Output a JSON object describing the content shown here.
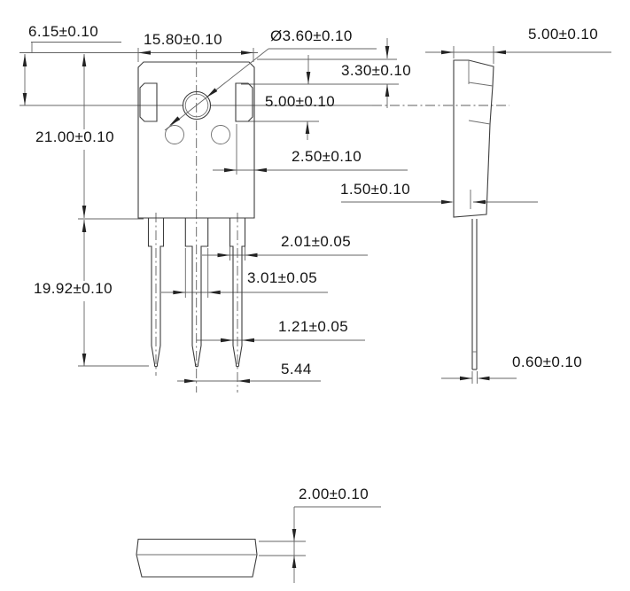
{
  "drawing": {
    "labels": {
      "hole_offset": "6.15±0.10",
      "body_width": "15.80±0.10",
      "hole_diameter": "Ø3.60±0.10",
      "side_width": "5.00±0.10",
      "notch_top_offset": "3.30±0.10",
      "notch_height": "5.00±0.10",
      "notch_width": "2.50±0.10",
      "tab_step": "1.50±0.10",
      "body_height": "21.00±0.10",
      "lead_length": "19.92±0.10",
      "lead_root_outer_width": "2.01±0.05",
      "lead_root_center_width": "3.01±0.05",
      "lead_tip_width": "1.21±0.05",
      "lead_pitch": "5.44",
      "lead_thickness": "0.60±0.10",
      "base_thickness": "2.00±0.10"
    }
  }
}
